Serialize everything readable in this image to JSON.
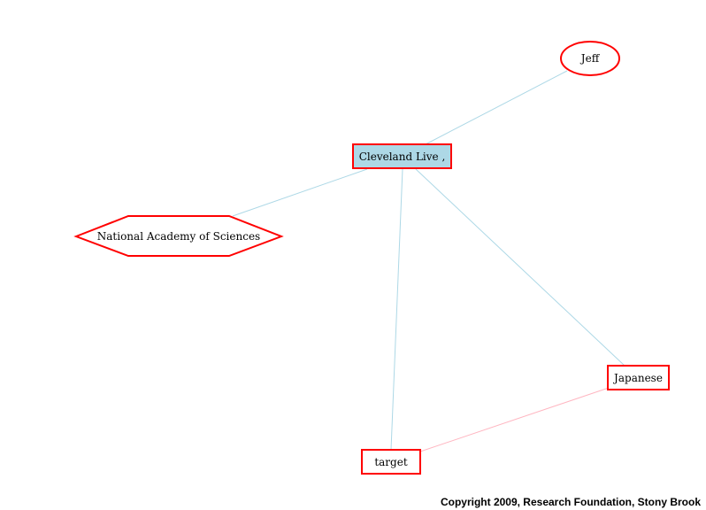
{
  "nodes": {
    "jeff": {
      "label": "Jeff",
      "shape": "ellipse",
      "fill": "#ffffff",
      "stroke": "#ff0000"
    },
    "cleveland": {
      "label": "Cleveland Live ,",
      "shape": "box",
      "fill": "#add8e6",
      "stroke": "#ff0000"
    },
    "nas": {
      "label": "National Academy of Sciences",
      "shape": "hexagon",
      "fill": "#ffffff",
      "stroke": "#ff0000"
    },
    "japanese": {
      "label": "Japanese",
      "shape": "box",
      "fill": "#ffffff",
      "stroke": "#ff0000"
    },
    "target": {
      "label": "target",
      "shape": "box",
      "fill": "#ffffff",
      "stroke": "#ff0000"
    }
  },
  "edges": [
    {
      "from": "cleveland",
      "to": "jeff",
      "color": "#add8e6"
    },
    {
      "from": "cleveland",
      "to": "nas",
      "color": "#add8e6"
    },
    {
      "from": "cleveland",
      "to": "target",
      "color": "#add8e6"
    },
    {
      "from": "cleveland",
      "to": "japanese",
      "color": "#add8e6"
    },
    {
      "from": "japanese",
      "to": "target",
      "color": "#ffb6c1"
    }
  ],
  "footer": {
    "copyright": "Copyright 2009, Research Foundation, Stony Brook"
  }
}
